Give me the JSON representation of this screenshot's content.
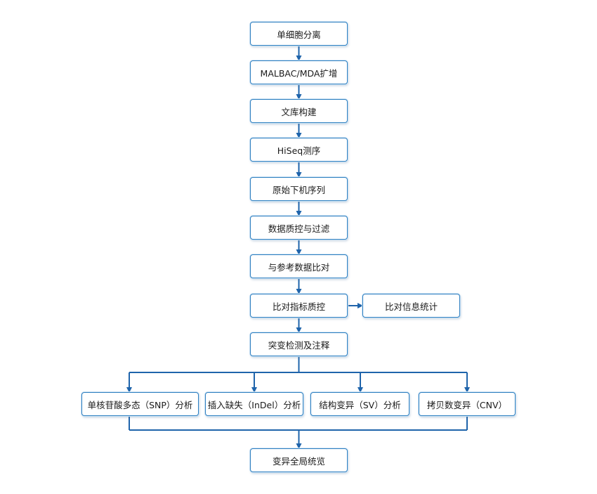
{
  "colors": {
    "connector": "#1f64ab",
    "box_border": "#2e7fc0"
  },
  "steps": {
    "single_cell_isolation": "单细胞分离",
    "amplification": "MALBAC/MDA扩增",
    "library_construction": "文库构建",
    "sequencing": "HiSeq测序",
    "raw_reads": "原始下机序列",
    "qc_filter": "数据质控与过滤",
    "alignment": "与参考数据比对",
    "alignment_qc": "比对指标质控",
    "alignment_stats": "比对信息统计",
    "variant_detection": "突变检测及注释",
    "snp": "单核苷酸多态（SNP）分析",
    "indel": "插入缺失（InDel）分析",
    "sv": "结构变异（SV）分析",
    "cnv": "拷贝数变异（CNV）",
    "overview": "变异全局统览"
  }
}
